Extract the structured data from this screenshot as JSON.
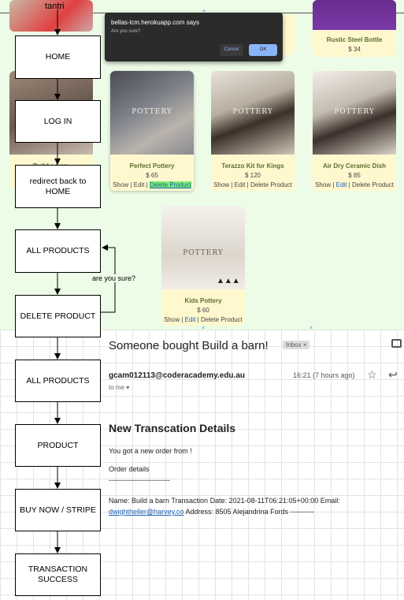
{
  "diagram_title": "tantri",
  "flow": [
    {
      "id": "home",
      "label": "HOME"
    },
    {
      "id": "login",
      "label": "LOG IN"
    },
    {
      "id": "redirect",
      "label": "redirect back to HOME"
    },
    {
      "id": "all_products",
      "label": "ALL PRODUCTS"
    },
    {
      "id": "delete_product",
      "label": "DELETE PRODUCT"
    },
    {
      "id": "all_products_2",
      "label": "ALL PRODUCTS"
    },
    {
      "id": "product",
      "label": "PRODUCT"
    },
    {
      "id": "buy_now",
      "label": "BUY NOW / STRIPE"
    },
    {
      "id": "transaction_success",
      "label": "TRANSACTION SUCCESS"
    }
  ],
  "loop_label": "are you sure?",
  "dialog": {
    "host": "bellas-lcm.herokuapp.com says",
    "message": "Are you sure?",
    "cancel": "Cancel",
    "ok": "OK"
  },
  "products": {
    "rustic": {
      "name": "Rustic Steel Bottle",
      "price": "$ 34"
    },
    "build_partial": {
      "name": "Build a barn"
    },
    "perfect": {
      "name": "Perfect Pottery",
      "price": "$ 65",
      "watermark": "POTTERY"
    },
    "terazzo": {
      "name": "Terazzo Kit for Kings",
      "price": "$ 120",
      "watermark": "POTTERY"
    },
    "airdry": {
      "name": "Air Dry Ceramic Dish",
      "price": "$ 85",
      "watermark": "POTTERY"
    },
    "kids": {
      "name": "Kids Pottery",
      "price": "$ 60",
      "watermark": "POTTERY"
    }
  },
  "actions": {
    "show": "Show",
    "edit": "Edit",
    "delete": "Delete Product",
    "sep": " | "
  },
  "email": {
    "subject": "Someone bought Build a barn!",
    "label": "Inbox ×",
    "sender": "gcam012113@coderacademy.edu.au",
    "to": "to me ▾",
    "time": "16:21 (7 hours ago)",
    "heading": "New Transcation Details",
    "line1": "You got a new order from !",
    "line2": "Order details",
    "line3": "--------------------------",
    "line4": "Name: Build a barn Transaction Date: 2021-08-11T06:21:05+00:00 Email:",
    "link": "dwightheller@harvey.co",
    "line5": " Address: 8505 Alejandrina Fords ----------"
  },
  "colors": {
    "page_bg": "#ecfce6",
    "card_bg": "#fff8cf",
    "product_name": "#5a6e2e",
    "link": "#1a5fb4",
    "highlight": "#7cf26a",
    "dialog_bg": "#2b2b2b",
    "ok_button": "#8ab4f8"
  }
}
